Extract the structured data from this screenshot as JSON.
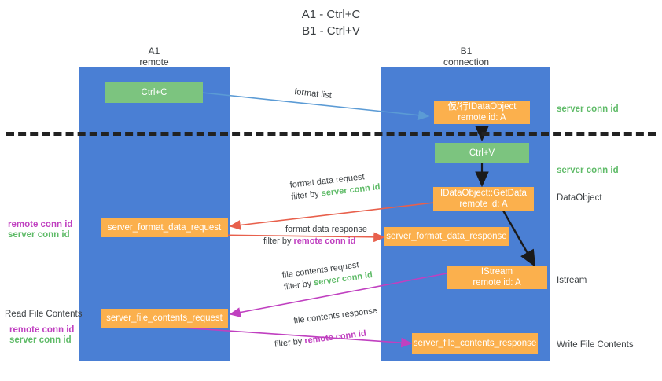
{
  "title": {
    "line1": "A1 - Ctrl+C",
    "line2": "B1 - Ctrl+V"
  },
  "columns": [
    {
      "name": "A1",
      "sub": "remote"
    },
    {
      "name": "B1",
      "sub": "connection"
    }
  ],
  "boxes": {
    "ctrl_c": "Ctrl+C",
    "ctrl_v": "Ctrl+V",
    "idataobject_cjk": "仮/行IDataObject",
    "idataobject_remote": "remote id: A",
    "getdata_title": "IDataObject::GetData",
    "getdata_remote": "remote id: A",
    "istream_title": "IStream",
    "istream_remote": "remote id: A",
    "server_format_data_request": "server_format_data_request",
    "server_format_data_response": "server_format_data_response",
    "server_file_contents_request": "server_file_contents_request",
    "server_file_contents_response": "server_file_contents_response"
  },
  "right_labels": {
    "server_conn_id_top": "server conn id",
    "server_conn_id_mid": "server conn id",
    "dataobject": "DataObject",
    "istream": "Istream",
    "write_file_contents": "Write File Contents"
  },
  "left_labels": {
    "remote_conn_id_1": "remote conn id",
    "server_conn_id_1": "server conn id",
    "read_file_contents": "Read File Contents",
    "remote_conn_id_2": "remote conn id",
    "server_conn_id_2": "server conn id"
  },
  "edges": {
    "format_list": "format list",
    "format_data_request": "format data request",
    "filter_by": "filter by",
    "filter_server_conn_id": "server conn id",
    "format_data_response": "format data response",
    "filter_remote_conn_id": "remote conn id",
    "file_contents_request": "file contents request",
    "filter_server_conn_id_2": "server conn id",
    "file_contents_response": "file contents response",
    "filter_remote_conn_id_2": "remote conn id"
  },
  "colors": {
    "lane": "#4a7fd4",
    "green_box": "#7cc47f",
    "orange_box": "#fbb04d",
    "green_text": "#5fbb68",
    "purple_text": "#c040c0",
    "red_arrow": "#e8604c",
    "blue_arrow": "#5b9bd5",
    "magenta_arrow": "#c040c0",
    "dark_arrow": "#1a1a1a"
  }
}
